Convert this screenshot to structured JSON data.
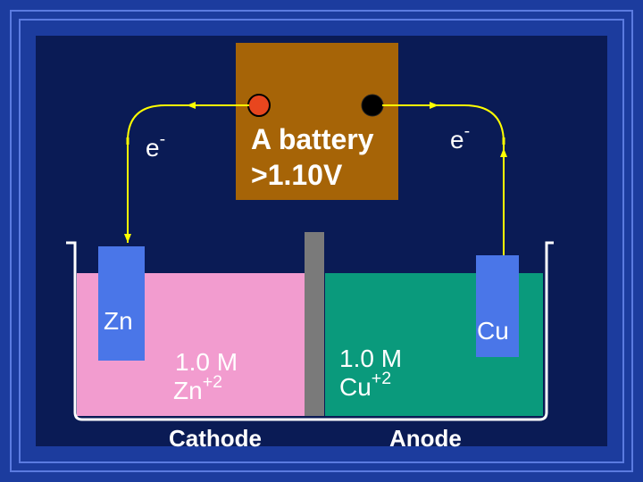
{
  "battery": {
    "line1": "A battery",
    "line2": ">1.10V",
    "positive_terminal_color": "#e8461e",
    "negative_terminal_color": "#000000",
    "body_color": "#a66407"
  },
  "electron_left": {
    "base": "e",
    "sup": "-"
  },
  "electron_right": {
    "base": "e",
    "sup": "-"
  },
  "zinc": {
    "electrode_label": "Zn",
    "conc": "1.0 M",
    "ion_base": "Zn",
    "ion_sup": "+2",
    "role": "Cathode",
    "solution_color": "#f29ccf"
  },
  "copper": {
    "electrode_label": "Cu",
    "conc": "1.0 M",
    "ion_base": "Cu",
    "ion_sup": "+2",
    "role": "Anode",
    "solution_color": "#0a9a7c"
  },
  "colors": {
    "background": "#0a1b55",
    "border": "#1c3c9e",
    "wire": "#ffff00",
    "electrode": "#4a76e8",
    "separator": "#7a7a7a"
  }
}
